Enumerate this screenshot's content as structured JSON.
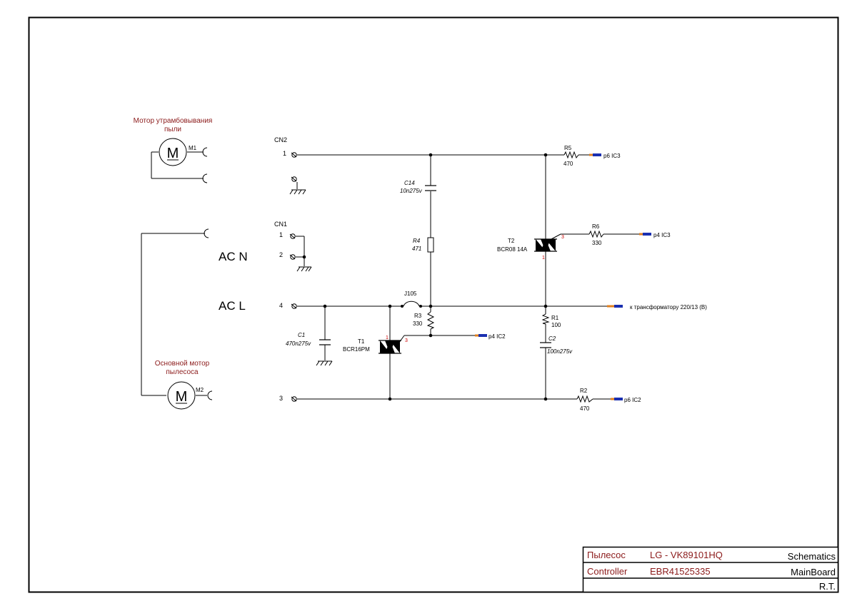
{
  "connectors": {
    "cn2": {
      "name": "CN2",
      "pin1": "1"
    },
    "cn1": {
      "name": "CN1",
      "pin1": "1",
      "pin2": "2",
      "pin4": "4",
      "pin3": "3"
    }
  },
  "net_labels": {
    "ac_n": "AC N",
    "ac_l": "AC L"
  },
  "motors": {
    "m1": {
      "ref": "M1",
      "glyph": "M",
      "caption_line1": "Мотор утрамбовывания",
      "caption_line2": "пыли"
    },
    "m2": {
      "ref": "M2",
      "glyph": "M",
      "caption_line1": "Основной мотор",
      "caption_line2": "пылесоса"
    }
  },
  "components": {
    "c14": {
      "ref": "C14",
      "value": "10n275v"
    },
    "r4": {
      "ref": "R4",
      "value": "471"
    },
    "r5": {
      "ref": "R5",
      "value": "470"
    },
    "r6": {
      "ref": "R6",
      "value": "330"
    },
    "t2": {
      "ref": "T2",
      "value": "BCR08 14A",
      "pin_gate": "3",
      "pin_mt": "1"
    },
    "j105": {
      "ref": "J105"
    },
    "r3": {
      "ref": "R3",
      "value": "330"
    },
    "r1": {
      "ref": "R1",
      "value": "100"
    },
    "c1": {
      "ref": "C1",
      "value": "470n275v"
    },
    "c2": {
      "ref": "C2",
      "value": "100n275v"
    },
    "t1": {
      "ref": "T1",
      "value": "BCR16PM",
      "pin_mt": "1",
      "pin_gate": "3"
    },
    "r2": {
      "ref": "R2",
      "value": "470"
    }
  },
  "signals": {
    "p6_ic3": "p6 IC3",
    "p4_ic3": "p4 IC3",
    "p4_ic2": "p4 IC2",
    "p6_ic2": "p6 IC2",
    "transformer": "к трансформатору 220/13 (В)"
  },
  "title_block": {
    "product_label": "Пылесос",
    "product_value": "LG - VK89101HQ",
    "doc_type": "Schematics",
    "section_label": "Controller",
    "section_value": "EBR41525335",
    "board": "MainBoard",
    "author": "R.T."
  },
  "colors": {
    "accent_red": "#8b1a1a",
    "connector_blue": "#1a2fb0",
    "pin_red": "#cc0000"
  }
}
